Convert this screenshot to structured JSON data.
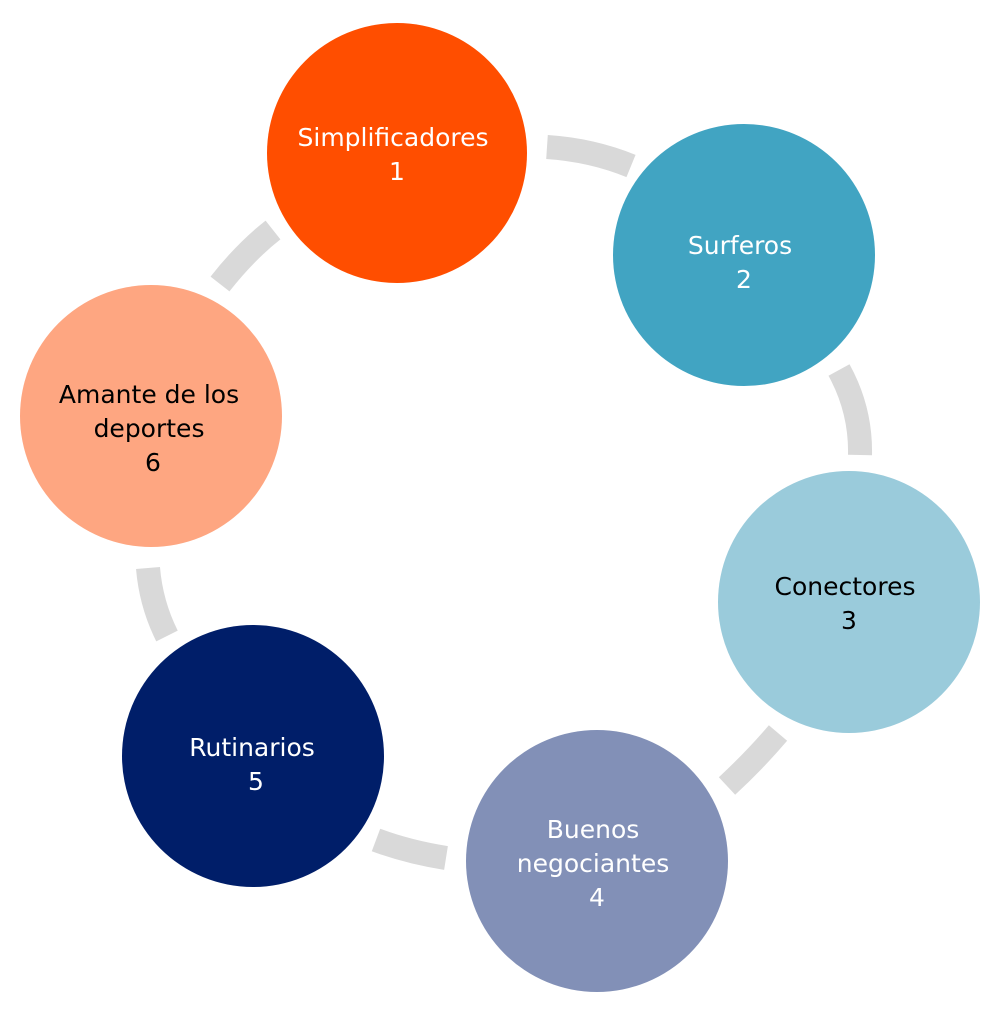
{
  "diagram": {
    "type": "cycle",
    "connector_color": "#d9d9d9",
    "nodes": [
      {
        "lines": [
          "Simplificadores",
          "1"
        ],
        "fill": "#ff4e00",
        "text_color": "#ffffff"
      },
      {
        "lines": [
          "Surferos",
          "2"
        ],
        "fill": "#41a4c2",
        "text_color": "#ffffff"
      },
      {
        "lines": [
          "Conectores",
          "3"
        ],
        "fill": "#9acbdb",
        "text_color": "#000000"
      },
      {
        "lines": [
          "Buenos",
          "negociantes",
          "4"
        ],
        "fill": "#8290b7",
        "text_color": "#ffffff"
      },
      {
        "lines": [
          "Rutinarios",
          "5"
        ],
        "fill": "#001e69",
        "text_color": "#ffffff"
      },
      {
        "lines": [
          "Amante de los",
          "deportes",
          "6"
        ],
        "fill": "#fea681",
        "text_color": "#000000"
      }
    ]
  }
}
